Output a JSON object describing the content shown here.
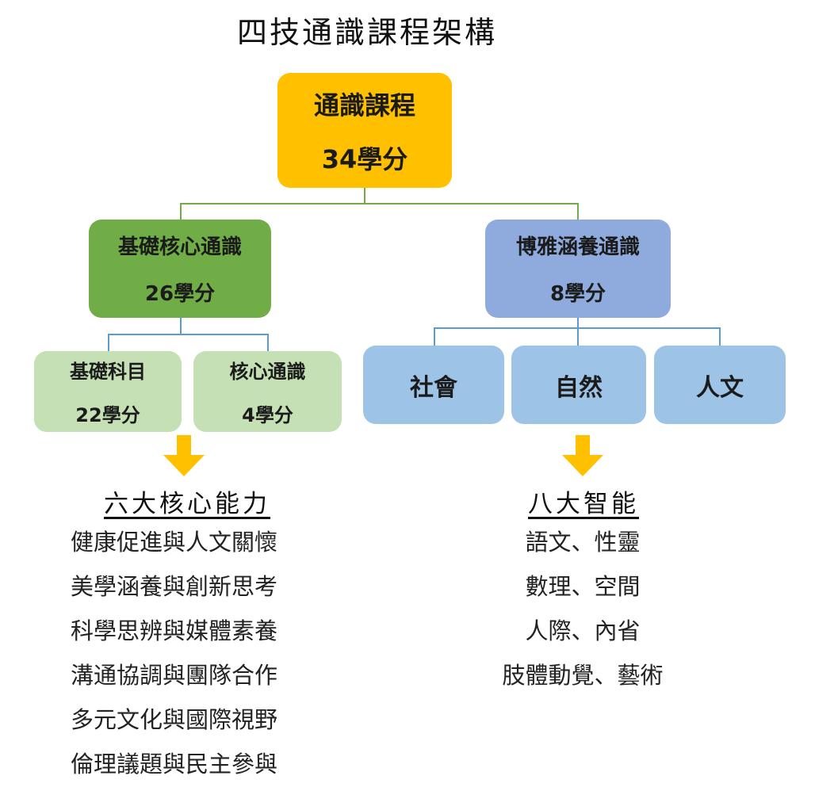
{
  "title": "四技通識課程架構",
  "root": {
    "line1": "通識課程",
    "line2": "34學分"
  },
  "core": {
    "line1": "基礎核心通識",
    "line2": "26學分"
  },
  "liberal": {
    "line1": "博雅涵養通識",
    "line2": "8學分"
  },
  "core_children": [
    {
      "line1": "基礎科目",
      "line2": "22學分"
    },
    {
      "line1": "核心通識",
      "line2": "4學分"
    }
  ],
  "liberal_children": [
    "社會",
    "自然",
    "人文"
  ],
  "six_abilities": {
    "heading": "六大核心能力",
    "items": [
      "健康促進與人文關懷",
      "美學涵養與創新思考",
      "科學思辨與媒體素養",
      "溝通協調與團隊合作",
      "多元文化與國際視野",
      "倫理議題與民主參與"
    ]
  },
  "eight_intelligences": {
    "heading": "八大智能",
    "items": [
      "語文、性靈",
      "數理、空間",
      "人際、內省",
      "肢體動覺、藝術"
    ]
  },
  "colors": {
    "root": "#ffc000",
    "core": "#70ad47",
    "core_leaf": "#c5e0b4",
    "liberal": "#8faadc",
    "liberal_leaf": "#9dc3e6",
    "arrow": "#ffc000",
    "connector_green": "#70ad47",
    "connector_blue": "#5b9bd5"
  }
}
